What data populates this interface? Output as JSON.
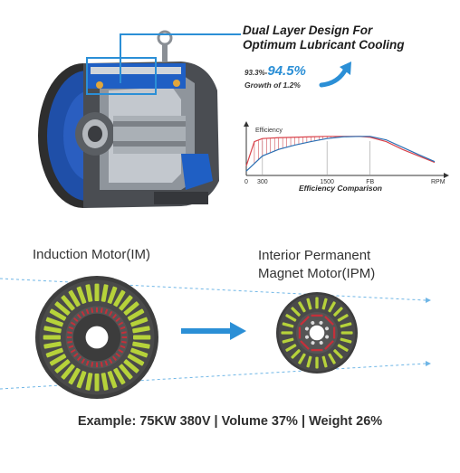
{
  "callout": {
    "title_line1": "Dual Layer Design For",
    "title_line2": "Optimum Lubricant Cooling"
  },
  "efficiency": {
    "from": "93.3%-",
    "to": "94.5%",
    "growth": "Growth of 1.2%"
  },
  "chart_data": {
    "type": "line",
    "title": "Efficiency Comparison",
    "ylabel": "Efficiency",
    "xlabel": "RPM",
    "xticks": [
      "0",
      "300",
      "1500",
      "FB"
    ],
    "series": [
      {
        "color": "#d9434b",
        "x": [
          0,
          150,
          300,
          600,
          900,
          1200,
          1500,
          1800,
          2100,
          2300,
          2600,
          2900,
          3200,
          3500
        ],
        "y": [
          0.22,
          0.78,
          0.85,
          0.87,
          0.88,
          0.89,
          0.9,
          0.9,
          0.9,
          0.88,
          0.78,
          0.6,
          0.45,
          0.3
        ]
      },
      {
        "color": "#2b6fb3",
        "x": [
          0,
          300,
          600,
          900,
          1200,
          1500,
          1800,
          2100,
          2300,
          2600,
          2900,
          3200,
          3500
        ],
        "y": [
          0.1,
          0.45,
          0.6,
          0.7,
          0.78,
          0.85,
          0.89,
          0.9,
          0.9,
          0.82,
          0.65,
          0.48,
          0.32
        ]
      }
    ]
  },
  "motors": {
    "im_label": "Induction Motor(IM)",
    "ipm_line1": "Interior Permanent",
    "ipm_line2": "Magnet Motor(IPM)"
  },
  "footer": "Example: 75KW 380V | Volume 37% | Weight 26%",
  "colors": {
    "accent": "#2b8fd6",
    "coil": "#b6d23a",
    "core": "#3e3e3e",
    "rotor_red": "#c4303a"
  }
}
